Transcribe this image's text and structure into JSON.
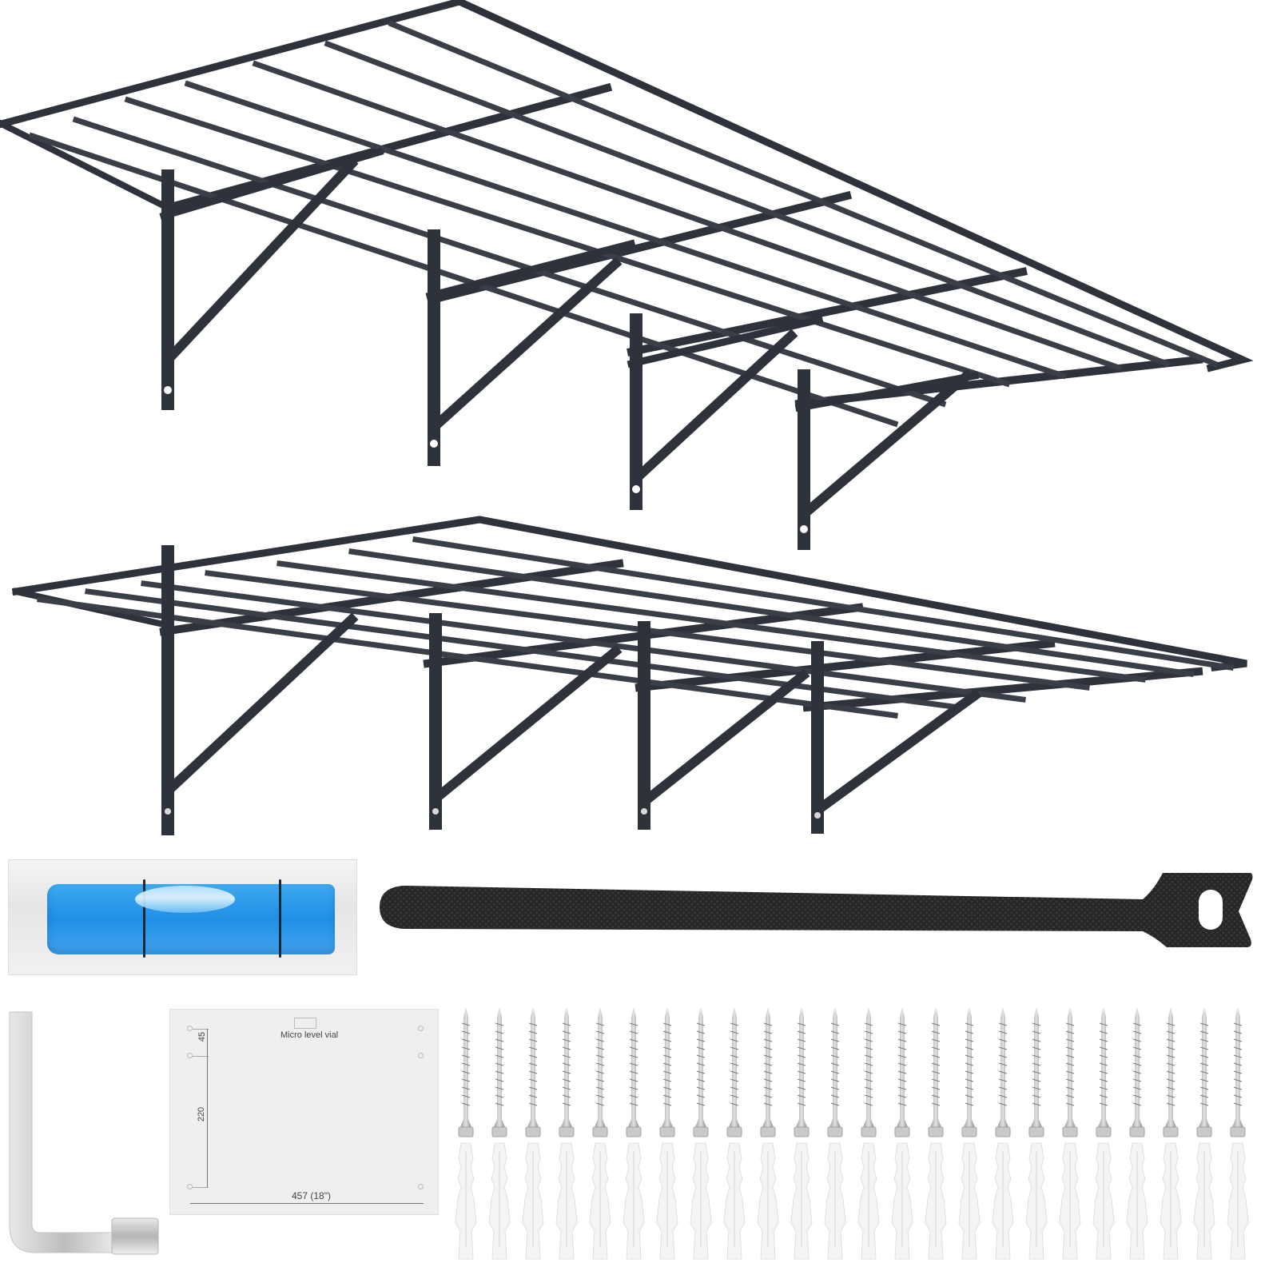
{
  "scene": {
    "description": "Product kit photo: two wall-mounted metal garage shelves with hardware",
    "background_color": "#ffffff"
  },
  "shelves": [
    {
      "name": "upper-shelf",
      "color": "#2e323a",
      "bracket_count": 4
    },
    {
      "name": "lower-shelf",
      "color": "#2e323a",
      "bracket_count": 4
    }
  ],
  "accessories": {
    "bubble_level": {
      "vial_color": "#1f8fe6",
      "housing_color": "#eeeeee"
    },
    "hook_loop_strap": {
      "color": "#2a2a2a"
    },
    "l_socket_wrench": {
      "color": "#c9c9c9"
    },
    "drilling_template": {
      "vial_label": "Micro level vial",
      "dim_top": "45",
      "dim_vertical": "220",
      "dim_horizontal": "457 (18\")"
    },
    "screws": {
      "count": 24,
      "color": "#bdbdbd"
    },
    "wall_anchors": {
      "count": 24,
      "color": "#f2f2f2"
    }
  }
}
